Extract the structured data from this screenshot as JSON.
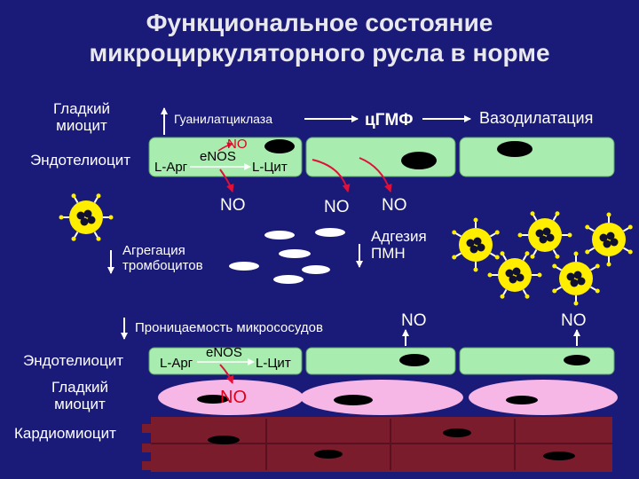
{
  "title_line1": "Функциональное состояние",
  "title_line2": "микроциркуляторного русла в норме",
  "labels": {
    "smooth_myocyte_top": "Гладкий\nмиоцит",
    "endotheliocyte_top": "Эндотелиоцит",
    "guanylate_cyclase": "Гуанилатциклаза",
    "cgmp": "цГМФ",
    "vasodilation": "Вазодилатация",
    "l_arg_top": "L-Арг",
    "enos_top": "eNOS",
    "no_small_top": "NO",
    "l_cit_top": "L-Цит",
    "no_1": "NO",
    "no_2": "NO",
    "no_3": "NO",
    "platelet_aggregation": "Агрегация\nтромбоцитов",
    "pmn_adhesion": "Адгезия\nПМН",
    "permeability": "Проницаемость микрососудов",
    "no_4": "NO",
    "no_5": "NO",
    "endotheliocyte_bottom": "Эндотелиоцит",
    "l_arg_bottom": "L-Арг",
    "enos_bottom": "eNOS",
    "l_cit_bottom": "L-Цит",
    "smooth_myocyte_bottom": "Гладкий\nмиоцит",
    "no_bottom": "NO",
    "cardiomyocyte": "Кардиомиоцит"
  },
  "colors": {
    "background": "#1a1a78",
    "endothelium": "#a8ecb0",
    "smooth_muscle": "#f6b6e6",
    "cardiomyocyte": "#7a1c2c",
    "platelet": "#ffffff",
    "leukocyte": "#ffee00",
    "no_text": "#e0001e",
    "arrow": "#e0103a",
    "line": "#ffffff"
  }
}
